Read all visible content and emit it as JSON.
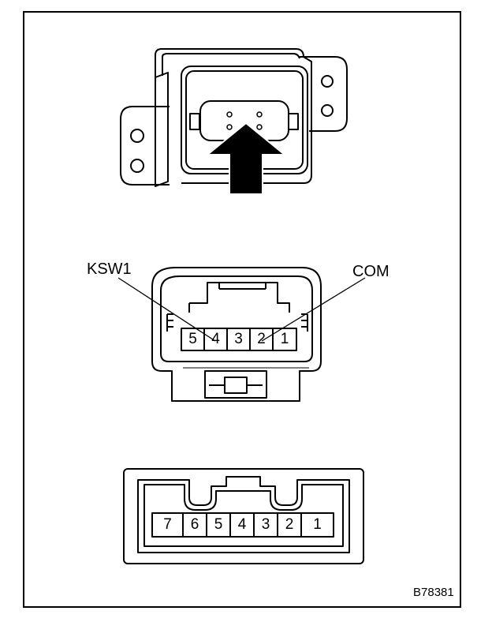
{
  "callouts": {
    "ksw1": "KSW1",
    "com": "COM"
  },
  "connector_a_pins": [
    "5",
    "4",
    "3",
    "2",
    "1"
  ],
  "connector_b_pins": [
    "7",
    "6",
    "5",
    "4",
    "3",
    "2",
    "1"
  ],
  "reference_code": "B78381",
  "colors": {
    "ink": "#000000",
    "background": "#ffffff"
  }
}
